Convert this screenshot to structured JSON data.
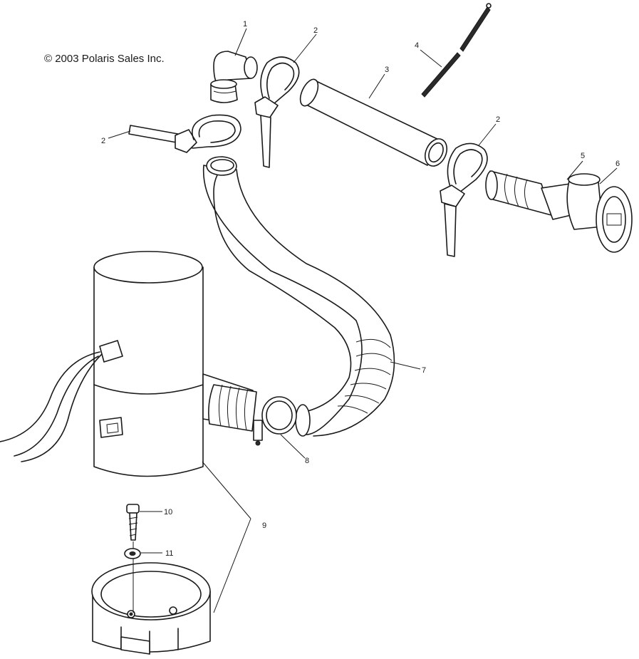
{
  "copyright": "© 2003 Polaris Sales Inc.",
  "callouts": {
    "c1": "1",
    "c2a": "2",
    "c2b": "2",
    "c2c": "2",
    "c3": "3",
    "c4": "4",
    "c5": "5",
    "c6": "6",
    "c7": "7",
    "c8": "8",
    "c9": "9",
    "c10": "10",
    "c11": "11"
  }
}
